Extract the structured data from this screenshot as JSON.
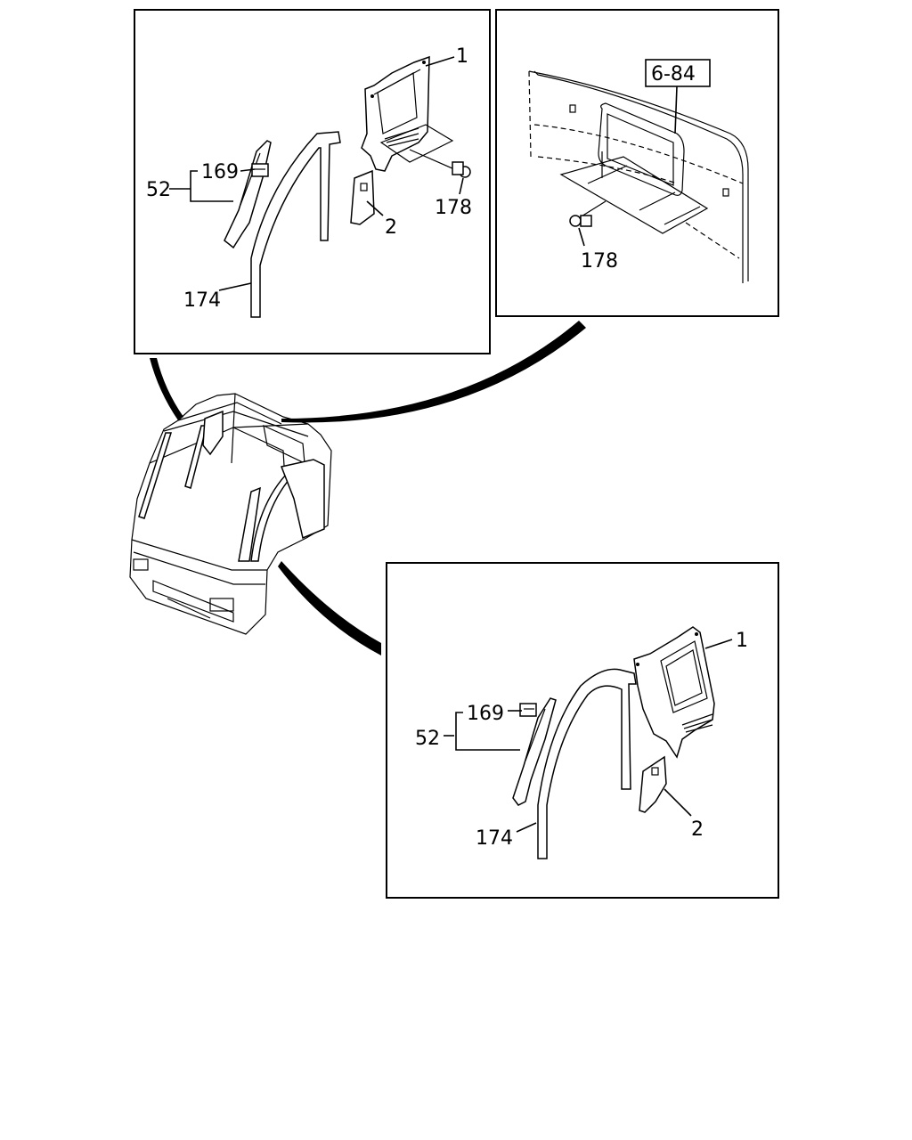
{
  "panels": {
    "top_left": {
      "labels": {
        "part_1": "1",
        "part_2": "2",
        "part_52": "52",
        "part_169": "169",
        "part_174": "174",
        "part_178": "178"
      }
    },
    "top_right": {
      "ref_box": "6-84",
      "labels": {
        "part_178": "178"
      }
    },
    "bottom": {
      "labels": {
        "part_1": "1",
        "part_2": "2",
        "part_52": "52",
        "part_169": "169",
        "part_174": "174"
      }
    }
  },
  "icons": {
    "clip": "clip-icon",
    "bolt": "bolt-icon"
  }
}
